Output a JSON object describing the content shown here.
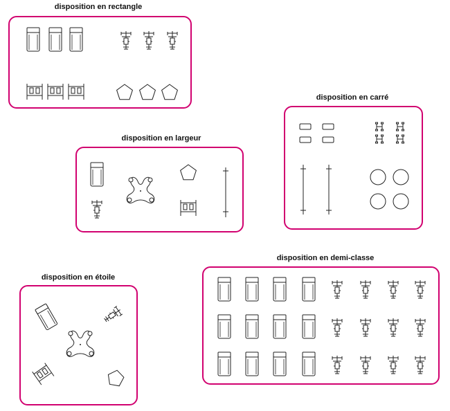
{
  "panels": {
    "rectangle": {
      "title": "disposition en rectangle"
    },
    "carre": {
      "title": "disposition en carré"
    },
    "largeur": {
      "title": "disposition en largeur"
    },
    "etoile": {
      "title": "disposition en étoile"
    },
    "demi_classe": {
      "title": "disposition en demi-classe"
    }
  },
  "colors": {
    "frame": "#d1006f",
    "stroke": "#222222"
  },
  "equipment_icons": [
    "treadmill-icon",
    "exercise-bike-icon",
    "rower-icon",
    "pentagon-table-icon",
    "clover-station-icon",
    "bench-icon",
    "bar-icon",
    "round-mat-icon",
    "rect-mat-icon"
  ]
}
